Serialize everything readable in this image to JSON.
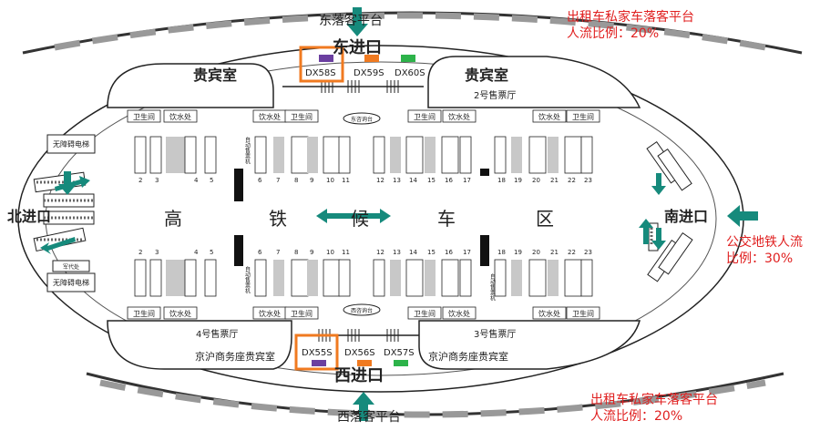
{
  "colors": {
    "arrow": "#168a7c",
    "highlight": "#f07a20",
    "purple": "#6b3fa0",
    "orange": "#f07a20",
    "green": "#2db34a",
    "note": "#e02020",
    "gray_block": "#c8c8c8",
    "black_machine": "#111111"
  },
  "platforms": {
    "east_drop": "东落客平台",
    "west_drop": "西落客平台"
  },
  "notes": {
    "top_right": {
      "line1": "出租车私家车落客平台",
      "line2": "人流比例：20%"
    },
    "bottom_right": {
      "line1": "出租车私家车落客平台",
      "line2": "人流比例：20%"
    },
    "right": {
      "line1": "公交地铁人流",
      "line2": "比例：30%"
    }
  },
  "entrances": {
    "east": "东进口",
    "west": "西进口",
    "north": "北进口",
    "south": "南进口"
  },
  "gates_top": [
    "DX58S",
    "DX59S",
    "DX60S"
  ],
  "gates_bottom": [
    "DX55S",
    "DX56S",
    "DX57S"
  ],
  "rooms": {
    "vip_left": "贵宾室",
    "vip_right": "贵宾室",
    "ticket2": "2号售票厅",
    "ticket3": "3号售票厅",
    "ticket4": "4号售票厅",
    "business_left": "京沪商务座贵宾室",
    "business_right": "京沪商务座贵宾室",
    "east_info": "东咨询台",
    "west_info": "西咨询台",
    "elevator_top": "无障碍电梯",
    "elevator_bottom": "无障碍电梯",
    "service_left": "军代处",
    "toilet": "卫生间",
    "water": "饮水处",
    "vending": "自动售票机"
  },
  "hall_chars": [
    "高",
    "铁",
    "候",
    "车",
    "区"
  ],
  "platform_numbers": {
    "top_rows": [
      [
        "2",
        "3",
        "4",
        "5"
      ],
      [
        "6",
        "7",
        "8",
        "9",
        "10",
        "11"
      ],
      [
        "12",
        "13",
        "14",
        "15",
        "16",
        "17"
      ],
      [
        "18",
        "19",
        "20",
        "21",
        "22",
        "23"
      ]
    ],
    "bottom_rows": [
      [
        "2",
        "3",
        "4",
        "5"
      ],
      [
        "6",
        "7",
        "8",
        "9",
        "10",
        "11"
      ],
      [
        "12",
        "13",
        "14",
        "15",
        "16",
        "17"
      ],
      [
        "18",
        "19",
        "20",
        "21",
        "22",
        "23"
      ]
    ]
  }
}
